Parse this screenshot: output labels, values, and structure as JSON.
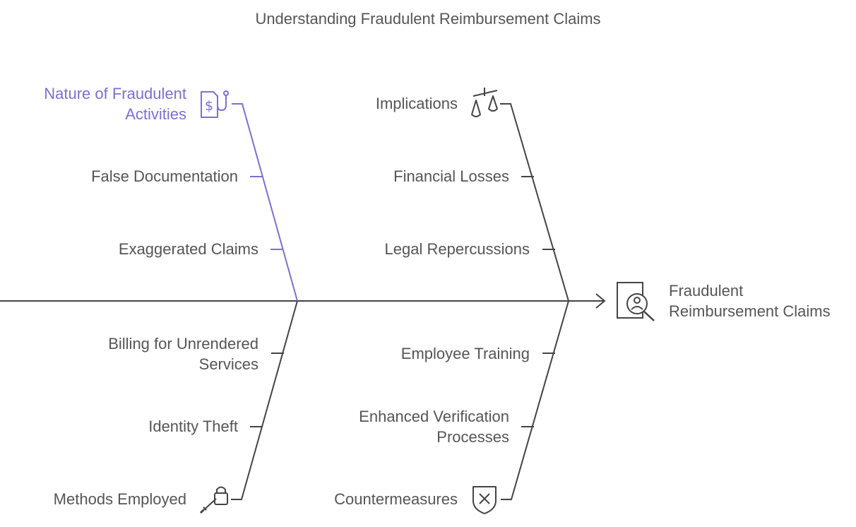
{
  "title": "Understanding Fraudulent Reimbursement Claims",
  "head": {
    "line1": "Fraudulent",
    "line2": "Reimbursement Claims",
    "icon": "search-person-icon"
  },
  "colors": {
    "accent": "#7b6fd6",
    "line": "#444444",
    "text": "#555555"
  },
  "categories": {
    "nature": {
      "line1": "Nature of Fraudulent",
      "line2": "Activities",
      "icon": "dollar-hook-icon",
      "items": [
        "False Documentation",
        "Exaggerated Claims"
      ]
    },
    "implications": {
      "label": "Implications",
      "icon": "scales-icon",
      "items": [
        "Financial Losses",
        "Legal Repercussions"
      ]
    },
    "methods": {
      "label": "Methods Employed",
      "icon": "lockpick-icon",
      "items": [
        {
          "line1": "Billing for Unrendered",
          "line2": "Services"
        },
        "Identity Theft"
      ]
    },
    "countermeasures": {
      "label": "Countermeasures",
      "icon": "shield-x-icon",
      "items": [
        "Employee Training",
        {
          "line1": "Enhanced Verification",
          "line2": "Processes"
        }
      ]
    }
  }
}
